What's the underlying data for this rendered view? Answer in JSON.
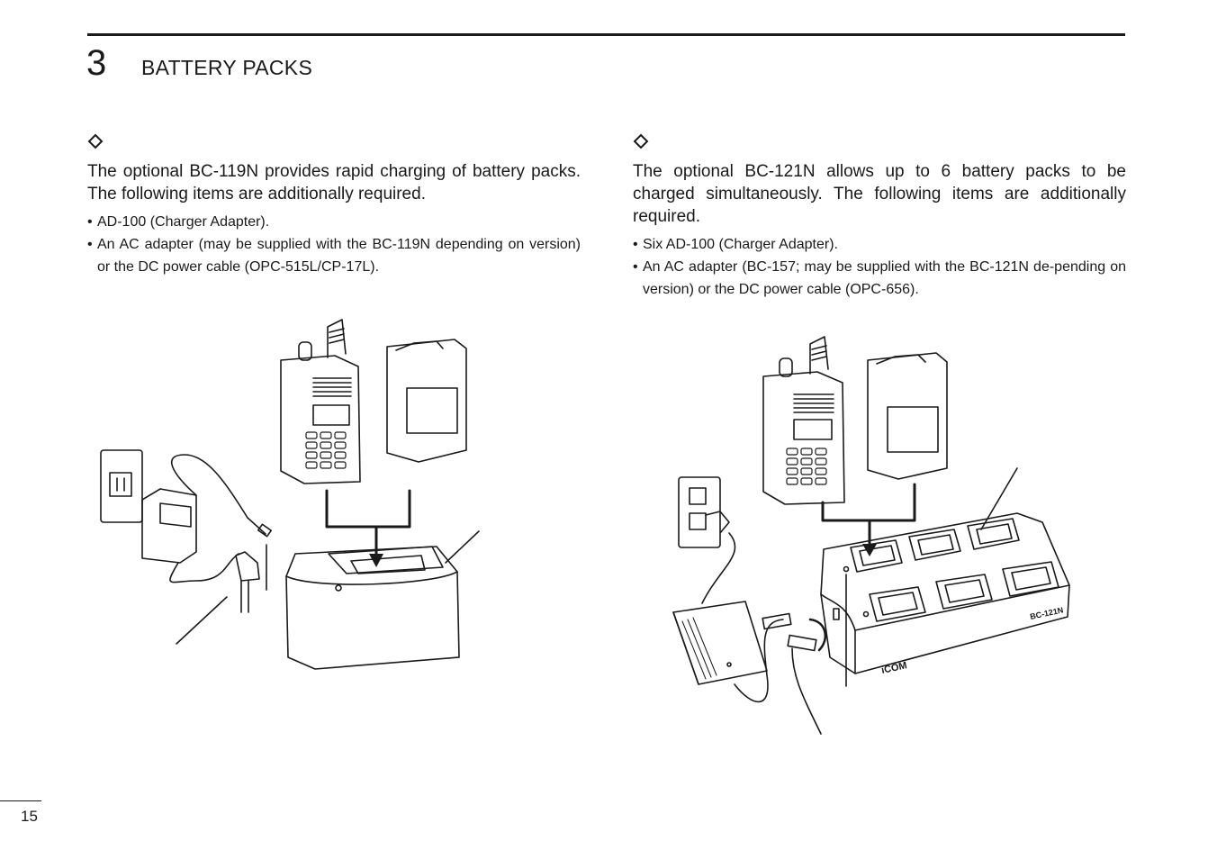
{
  "header": {
    "chapter_number": "3",
    "chapter_title": "BATTERY PACKS"
  },
  "left_section": {
    "marker_icon": "diamond-outline-icon",
    "intro": "The optional BC-119N provides rapid charging of battery packs. The following items are additionally required.",
    "bullets": [
      "AD-100 (Charger Adapter).",
      "An AC adapter (may be supplied with the BC-119N depending on version) or the DC power cable (OPC-515L/CP-17L)."
    ]
  },
  "right_section": {
    "marker_icon": "diamond-outline-icon",
    "intro": "The optional BC-121N allows up to 6 battery packs to be charged simultaneously. The following items are additionally required.",
    "bullets": [
      "Six AD-100 (Charger Adapter).",
      "An AC adapter (BC-157; may be supplied with the BC-121N de-pending on version) or the DC power cable (OPC-656)."
    ],
    "figure": {
      "charger_label": "BC-121N",
      "brand_label": "iCOM"
    }
  },
  "footer": {
    "page_number": "15"
  }
}
